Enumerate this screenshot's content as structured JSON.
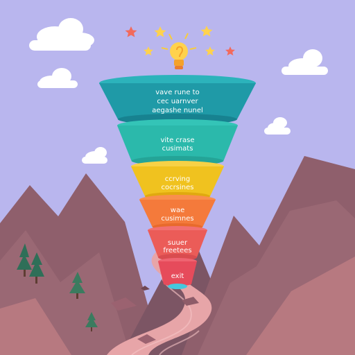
{
  "scene": {
    "sky_color": "#b9b6ee",
    "mountain_colors": [
      "#7c5564",
      "#8f5f6c",
      "#9a6874",
      "#b77980"
    ],
    "path_color": "#e7a5a8",
    "cloud_color": "#ffffff",
    "icons": [
      "lightbulb-icon",
      "star-icon",
      "cloud-icon",
      "pine-tree-icon",
      "mountain-icon",
      "rock-icon"
    ]
  },
  "funnel": {
    "levels": [
      {
        "lines": [
          "vave rune to",
          "cec uarnver",
          "aegashe nunel"
        ],
        "color": "#1f9aa7"
      },
      {
        "lines": [
          "vite crase",
          "cusimats"
        ],
        "color": "#2bb9ab"
      },
      {
        "lines": [
          "ccrving",
          "cocrsines"
        ],
        "color": "#f0c21f"
      },
      {
        "lines": [
          "wae",
          "cusimnes"
        ],
        "color": "#f47a3b"
      },
      {
        "lines": [
          "suuer",
          "freetees"
        ],
        "color": "#eb5c58"
      },
      {
        "lines": [
          "exit"
        ],
        "color": "#e64b5b"
      }
    ]
  }
}
